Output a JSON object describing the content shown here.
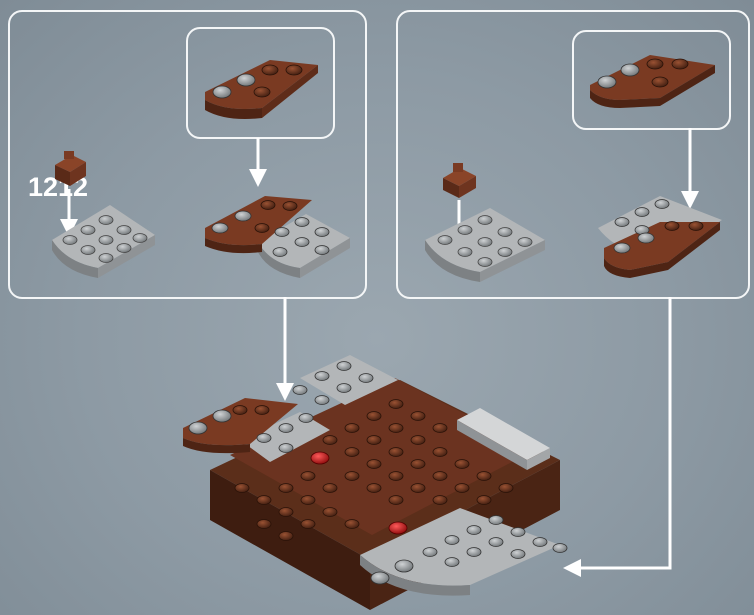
{
  "step": {
    "number": "1212"
  },
  "colors": {
    "background": "#8e9ba5",
    "frame": "#f4f6f7",
    "brick_brown": "#7a3a22",
    "brick_dark_brown": "#4a2a1a",
    "brick_gray": "#a7aaad",
    "brick_red": "#c41818",
    "tile_light": "#cfd1d2"
  },
  "icons": [
    "left-callout-panel",
    "right-callout-panel",
    "arrow-down",
    "arrow-left"
  ]
}
